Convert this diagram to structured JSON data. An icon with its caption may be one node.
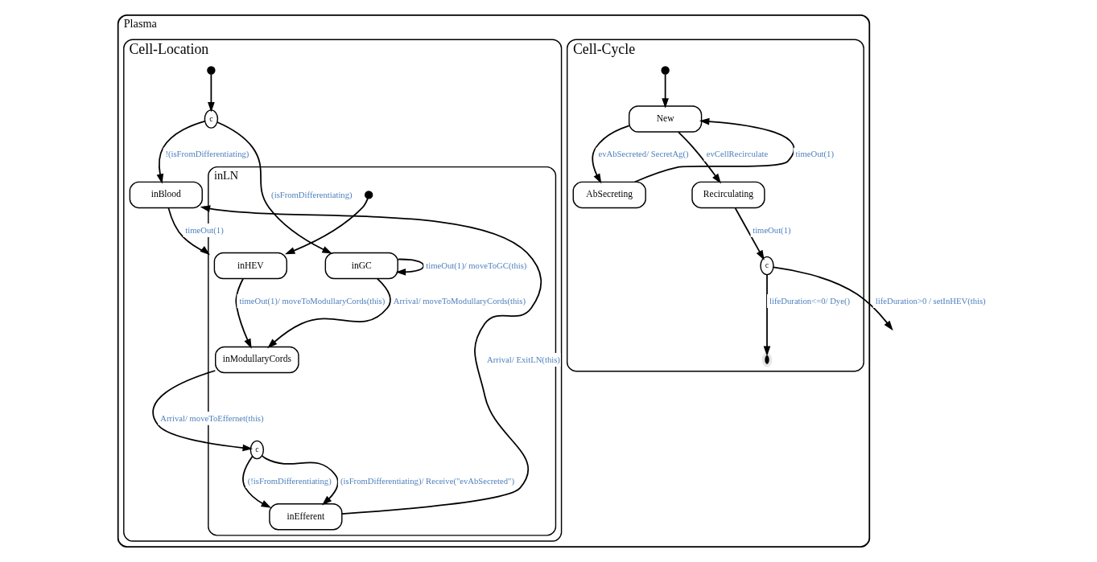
{
  "diagram": {
    "nodes": [
      {
        "text": [
          "Plasma"
        ]
      },
      {
        "text": [
          "Cell-Cycle"
        ],
        "in": 0
      },
      {
        "text": [],
        "shape": "circle",
        "in": 1
      },
      {
        "text": [
          "New"
        ],
        "in": 1
      },
      {
        "text": [
          "AbSecreting"
        ],
        "in": 1
      },
      {
        "text": [
          "Recirculating"
        ],
        "in": 1
      },
      {
        "text": [
          "c"
        ],
        "in": 1
      },
      {
        "text": [],
        "shape": "circle",
        "in": 1
      },
      {
        "text": [
          "Cell-Location"
        ],
        "in": 0
      },
      {
        "text": [],
        "shape": "circle",
        "in": 8
      },
      {
        "text": [
          "c"
        ],
        "in": 8
      },
      {
        "text": [
          "inBlood"
        ],
        "in": 8
      },
      {
        "text": [
          "inLN"
        ],
        "in": 8
      },
      {
        "text": [],
        "shape": "circle",
        "in": 12
      },
      {
        "text": [
          "inHEV"
        ],
        "in": 12
      },
      {
        "text": [
          "inGC"
        ],
        "in": 12
      },
      {
        "text": [
          "inEfferent"
        ],
        "in": 12
      },
      {
        "text": [
          "c"
        ],
        "in": 12
      },
      {
        "text": [
          "inModullaryCords"
        ],
        "in": 12
      }
    ],
    "edges": [
      {
        "from": 2,
        "to": 3,
        "arrow": "to"
      },
      {
        "from": 3,
        "to": 4,
        "arrow": "to",
        "label": "evAbSecreted/ SecretAg()"
      },
      {
        "from": 4,
        "to": 3,
        "arrow": "to",
        "label": "timeOut(1)"
      },
      {
        "from": 3,
        "to": 5,
        "arrow": "to",
        "label": "evCellRecirculate"
      },
      {
        "from": 5,
        "to": 6,
        "arrow": "to",
        "label": "timeOut(1)"
      },
      {
        "from": 6,
        "to": 7,
        "arrow": "to",
        "label": "lifeDuration<=0/ Dye()"
      },
      {
        "from": 6,
        "to": null,
        "arrow": "to",
        "label": "lifeDuration>0 / setInHEV(this)"
      },
      {
        "from": 9,
        "to": 10,
        "arrow": "to"
      },
      {
        "from": 10,
        "to": 11,
        "arrow": "to",
        "label": "!(isFromDifferentiating)"
      },
      {
        "from": 10,
        "to": 15,
        "arrow": "to",
        "label": "(isFromDifferentiating)"
      },
      {
        "from": 11,
        "to": 12,
        "arrow": "to",
        "label": "timeOut(1)"
      },
      {
        "from": 16,
        "to": 11,
        "arrow": "to",
        "label": "Arrival/ ExitLN(this)"
      },
      {
        "from": 13,
        "to": 14,
        "arrow": "to"
      },
      {
        "from": 14,
        "to": 18,
        "arrow": "to",
        "label": "timeOut(1)/ moveToModullaryCords(this)"
      },
      {
        "from": 15,
        "to": 15,
        "arrow": "to",
        "label": "timeOut(1)/ moveToGC(this)"
      },
      {
        "from": 15,
        "to": 18,
        "arrow": "to",
        "label": "Arrival/ moveToModullaryCords(this)"
      },
      {
        "from": 18,
        "to": 17,
        "arrow": "to",
        "label": "Arrival/ moveToEffernet(this)"
      },
      {
        "from": 17,
        "to": 16,
        "arrow": "to",
        "label": "(!isFromDifferentiating)"
      },
      {
        "from": 17,
        "to": 16,
        "arrow": "to",
        "label": "(isFromDifferentiating)/ Receive(\"evAbSecreted\")"
      }
    ]
  }
}
